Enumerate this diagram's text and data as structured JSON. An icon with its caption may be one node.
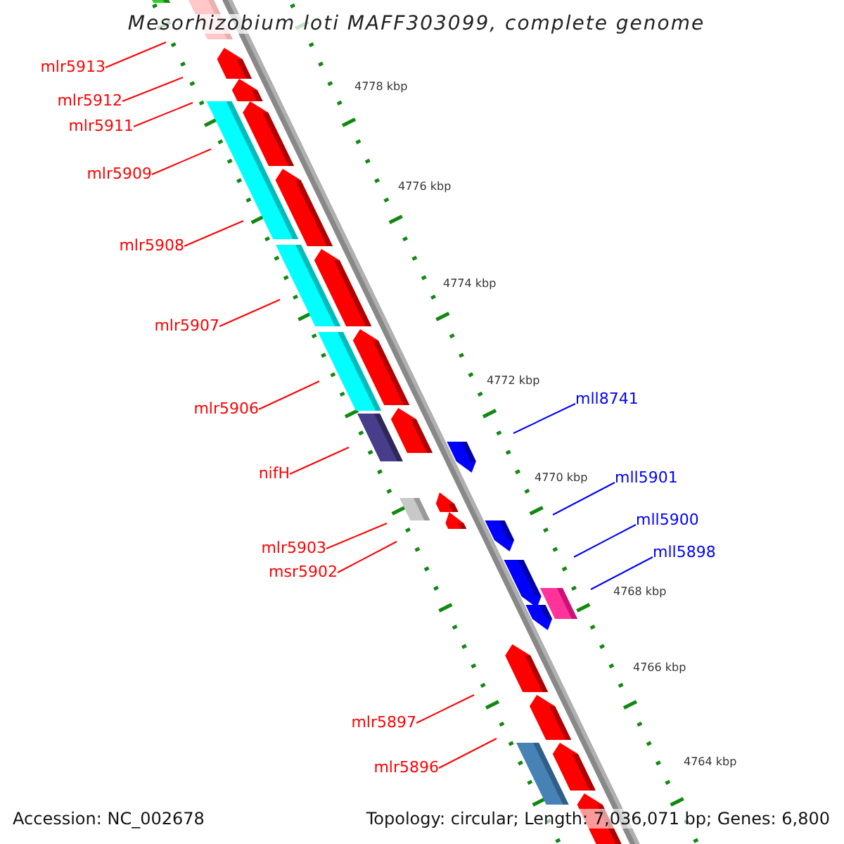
{
  "diagram": {
    "title": "Mesorhizobium loti MAFF303099, complete genome",
    "nodes": [
      {
        "text": [
          "mlr5913"
        ]
      },
      {
        "text": [
          "mlr5912"
        ]
      },
      {
        "text": [
          "mlr5911"
        ]
      },
      {
        "text": [
          "mlr5909"
        ]
      },
      {
        "text": [
          "mlr5908"
        ]
      },
      {
        "text": [
          "mlr5907"
        ]
      },
      {
        "text": [
          "mll8741"
        ]
      },
      {
        "text": [
          "mlr5906"
        ]
      },
      {
        "text": [
          "nifH"
        ]
      },
      {
        "text": [
          "mll5901"
        ]
      },
      {
        "text": [
          "mll5900"
        ]
      },
      {
        "text": [
          "mlr5903"
        ]
      },
      {
        "text": [
          "mll5898"
        ]
      },
      {
        "text": [
          "msr5902"
        ]
      },
      {
        "text": [
          "mlr5897"
        ]
      },
      {
        "text": [
          "mlr5896"
        ]
      }
    ],
    "edges": [
      {
        "from": 0,
        "to": null,
        "arrow": "none"
      },
      {
        "from": 1,
        "to": null,
        "arrow": "none"
      },
      {
        "from": 2,
        "to": null,
        "arrow": "none"
      },
      {
        "from": 3,
        "to": null,
        "arrow": "none"
      },
      {
        "from": 4,
        "to": null,
        "arrow": "none"
      },
      {
        "from": 5,
        "to": null,
        "arrow": "none"
      },
      {
        "from": 6,
        "to": null,
        "arrow": "none",
        "color": "#0000ff"
      },
      {
        "from": 7,
        "to": null,
        "arrow": "none"
      },
      {
        "from": 8,
        "to": null,
        "arrow": "none"
      },
      {
        "from": 9,
        "to": null,
        "arrow": "none",
        "color": "#0000ff"
      },
      {
        "from": 10,
        "to": null,
        "arrow": "none",
        "color": "#0000ff"
      },
      {
        "from": 11,
        "to": null,
        "arrow": "none"
      },
      {
        "from": 12,
        "to": null,
        "arrow": "none",
        "color": "#0000ff"
      },
      {
        "from": 13,
        "to": null,
        "arrow": "none"
      },
      {
        "from": 14,
        "to": null,
        "arrow": "none"
      },
      {
        "from": 15,
        "to": null,
        "arrow": "none"
      }
    ],
    "labels": [
      "4778 kbp",
      "4776 kbp",
      "4774 kbp",
      "4772 kbp",
      "4770 kbp",
      "4768 kbp",
      "4766 kbp",
      "4764 kbp",
      "Accession: NC_002678",
      "Topology: circular; Length: 7,036,071 bp; Genes: 6,800"
    ]
  }
}
